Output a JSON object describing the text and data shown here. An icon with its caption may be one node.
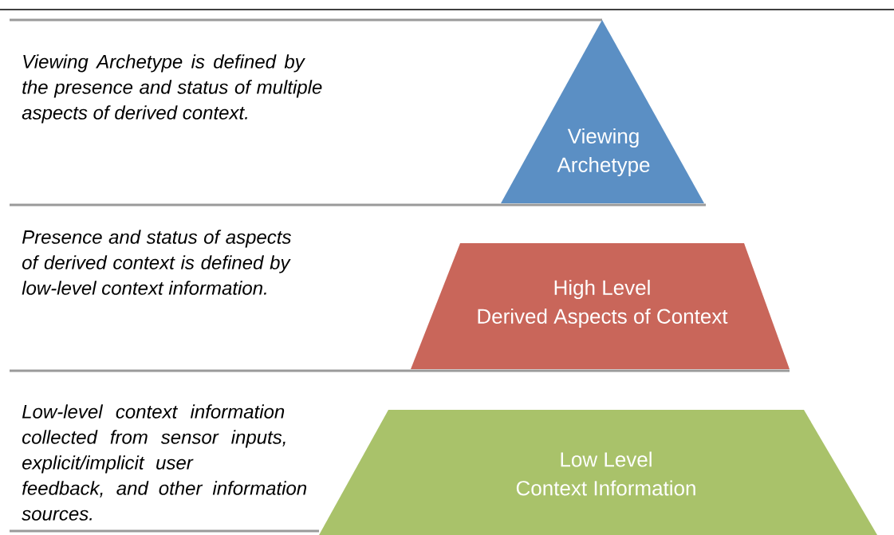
{
  "diagram": {
    "nodes": [
      {
        "text": [
          "Viewing Archetype"
        ]
      },
      {
        "text": [
          "High Level Derived Aspects of Context"
        ]
      },
      {
        "text": [
          "Low Level Context Information"
        ]
      }
    ],
    "edges": [],
    "labels": [
      "Viewing Archetype is defined by the presence and status of multiple aspects of derived context.",
      "Presence and status of aspects of derived context is defined by low-level context information.",
      "Low-level context information collected from sensor inputs, explicit/implicit user feedback, and other information sources."
    ]
  }
}
